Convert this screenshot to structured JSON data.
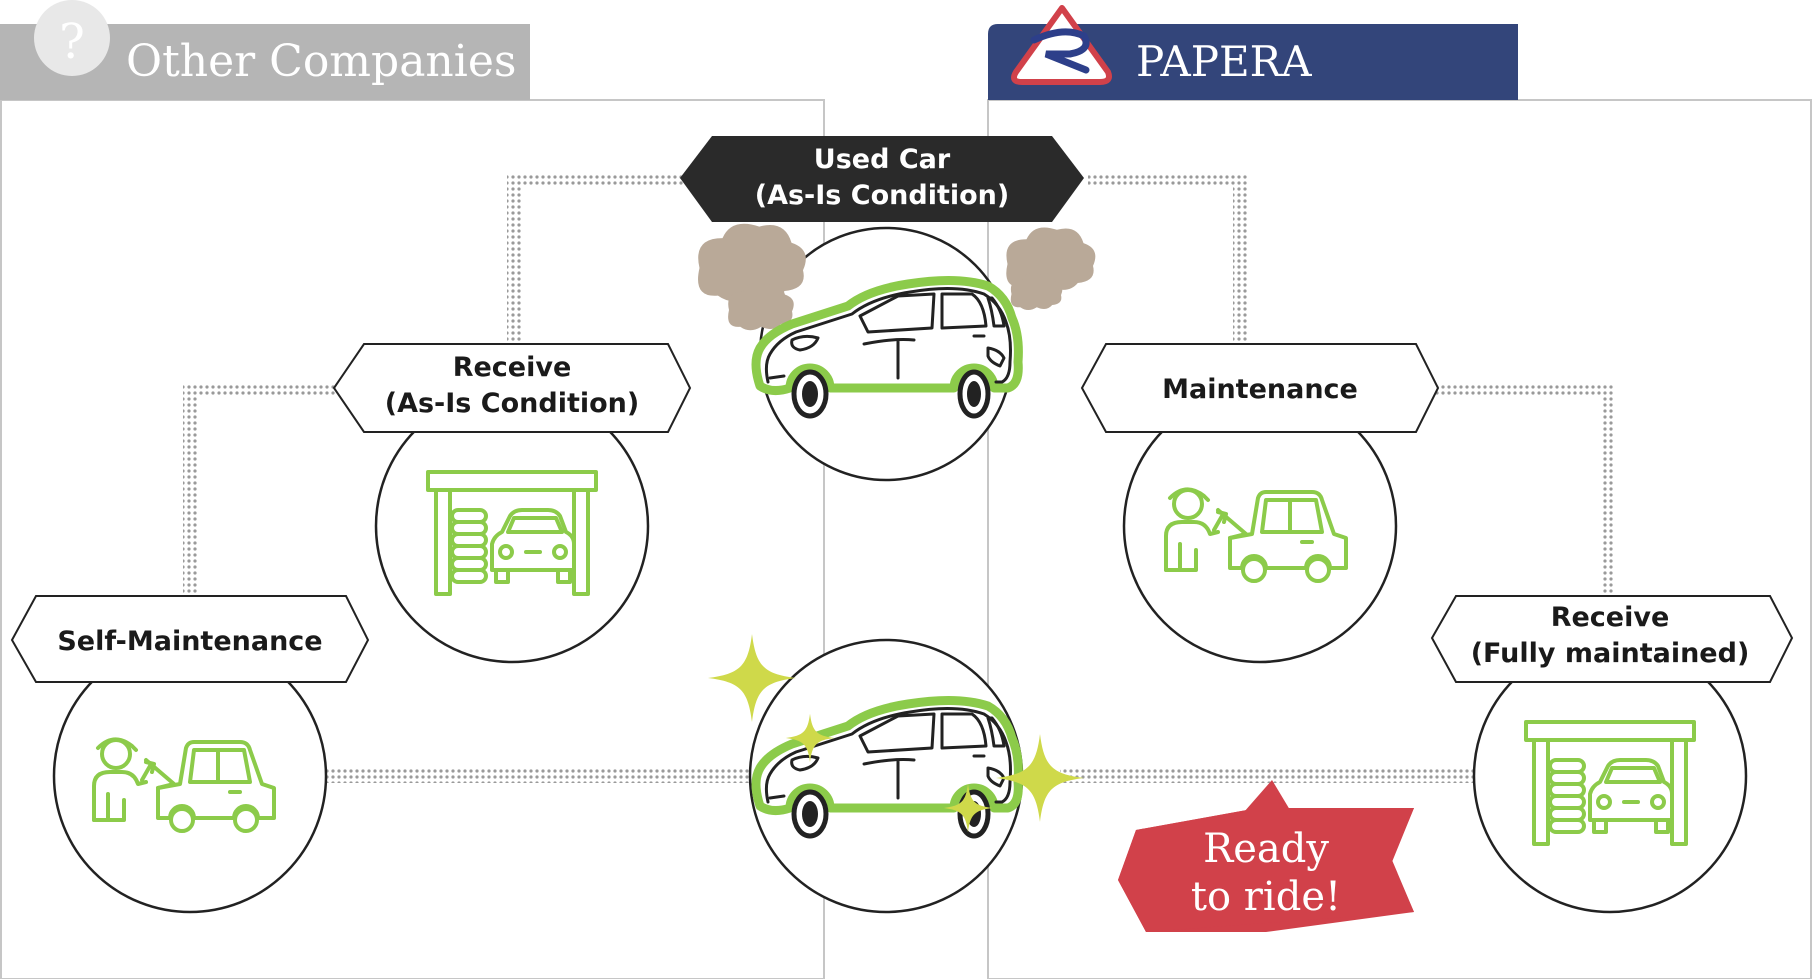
{
  "tabs": {
    "other": {
      "title": "Other Companies",
      "badge": "?",
      "color": "#b5b5b5"
    },
    "papera": {
      "title": "PAPERA",
      "color": "#33457a"
    }
  },
  "nodes": {
    "used_car": {
      "line1": "Used Car",
      "line2": "(As-Is Condition)"
    },
    "receive_as_is": {
      "line1": "Receive",
      "line2": "(As-Is Condition)"
    },
    "self_maintenance": {
      "line1": "Self-Maintenance"
    },
    "maintenance": {
      "line1": "Maintenance"
    },
    "receive_maintained": {
      "line1": "Receive",
      "line2": "(Fully maintained)"
    }
  },
  "callout": {
    "line1": "Ready",
    "line2": "to ride!",
    "color": "#d1414a"
  },
  "colors": {
    "icon_green": "#8ccb4a",
    "dark_label": "#2a2a2a",
    "sparkle": "#cfd94a",
    "smoke": "#b9a998"
  },
  "icons": [
    "question-icon",
    "papera-logo-icon",
    "garage-icon",
    "mechanic-icon",
    "dirty-car-icon",
    "clean-car-icon",
    "sparkle-icon",
    "smoke-icon"
  ]
}
